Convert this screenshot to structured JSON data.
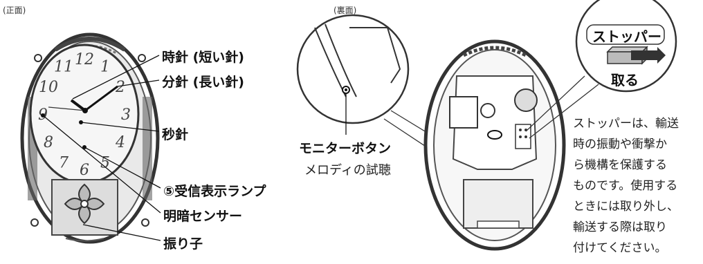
{
  "captions": {
    "front": "(正面)",
    "back": "(裏面)"
  },
  "front_labels": [
    {
      "id": "hour-hand",
      "text": "時針 (短い針)"
    },
    {
      "id": "minute-hand",
      "text": "分針 (長い針)"
    },
    {
      "id": "second-hand",
      "text": "秒針"
    },
    {
      "id": "receive-lamp",
      "text": "⑤受信表示ランプ"
    },
    {
      "id": "light-sensor",
      "text": "明暗センサー"
    },
    {
      "id": "pendulum",
      "text": "振り子"
    }
  ],
  "monitor": {
    "title": "モニターボタン",
    "sub": "メロディの試聴"
  },
  "stopper": {
    "title": "ストッパー",
    "action": "取る"
  },
  "note_lines": [
    "ストッパーは、輸送",
    "時の振動や衝撃か",
    "ら機構を保護する",
    "ものです。使用する",
    "ときには取り外し、",
    "輸送する際は取り",
    "付けてください。"
  ],
  "dial_numerals": [
    "12",
    "1",
    "2",
    "3",
    "4",
    "5",
    "6",
    "7",
    "8",
    "9",
    "10",
    "11"
  ]
}
